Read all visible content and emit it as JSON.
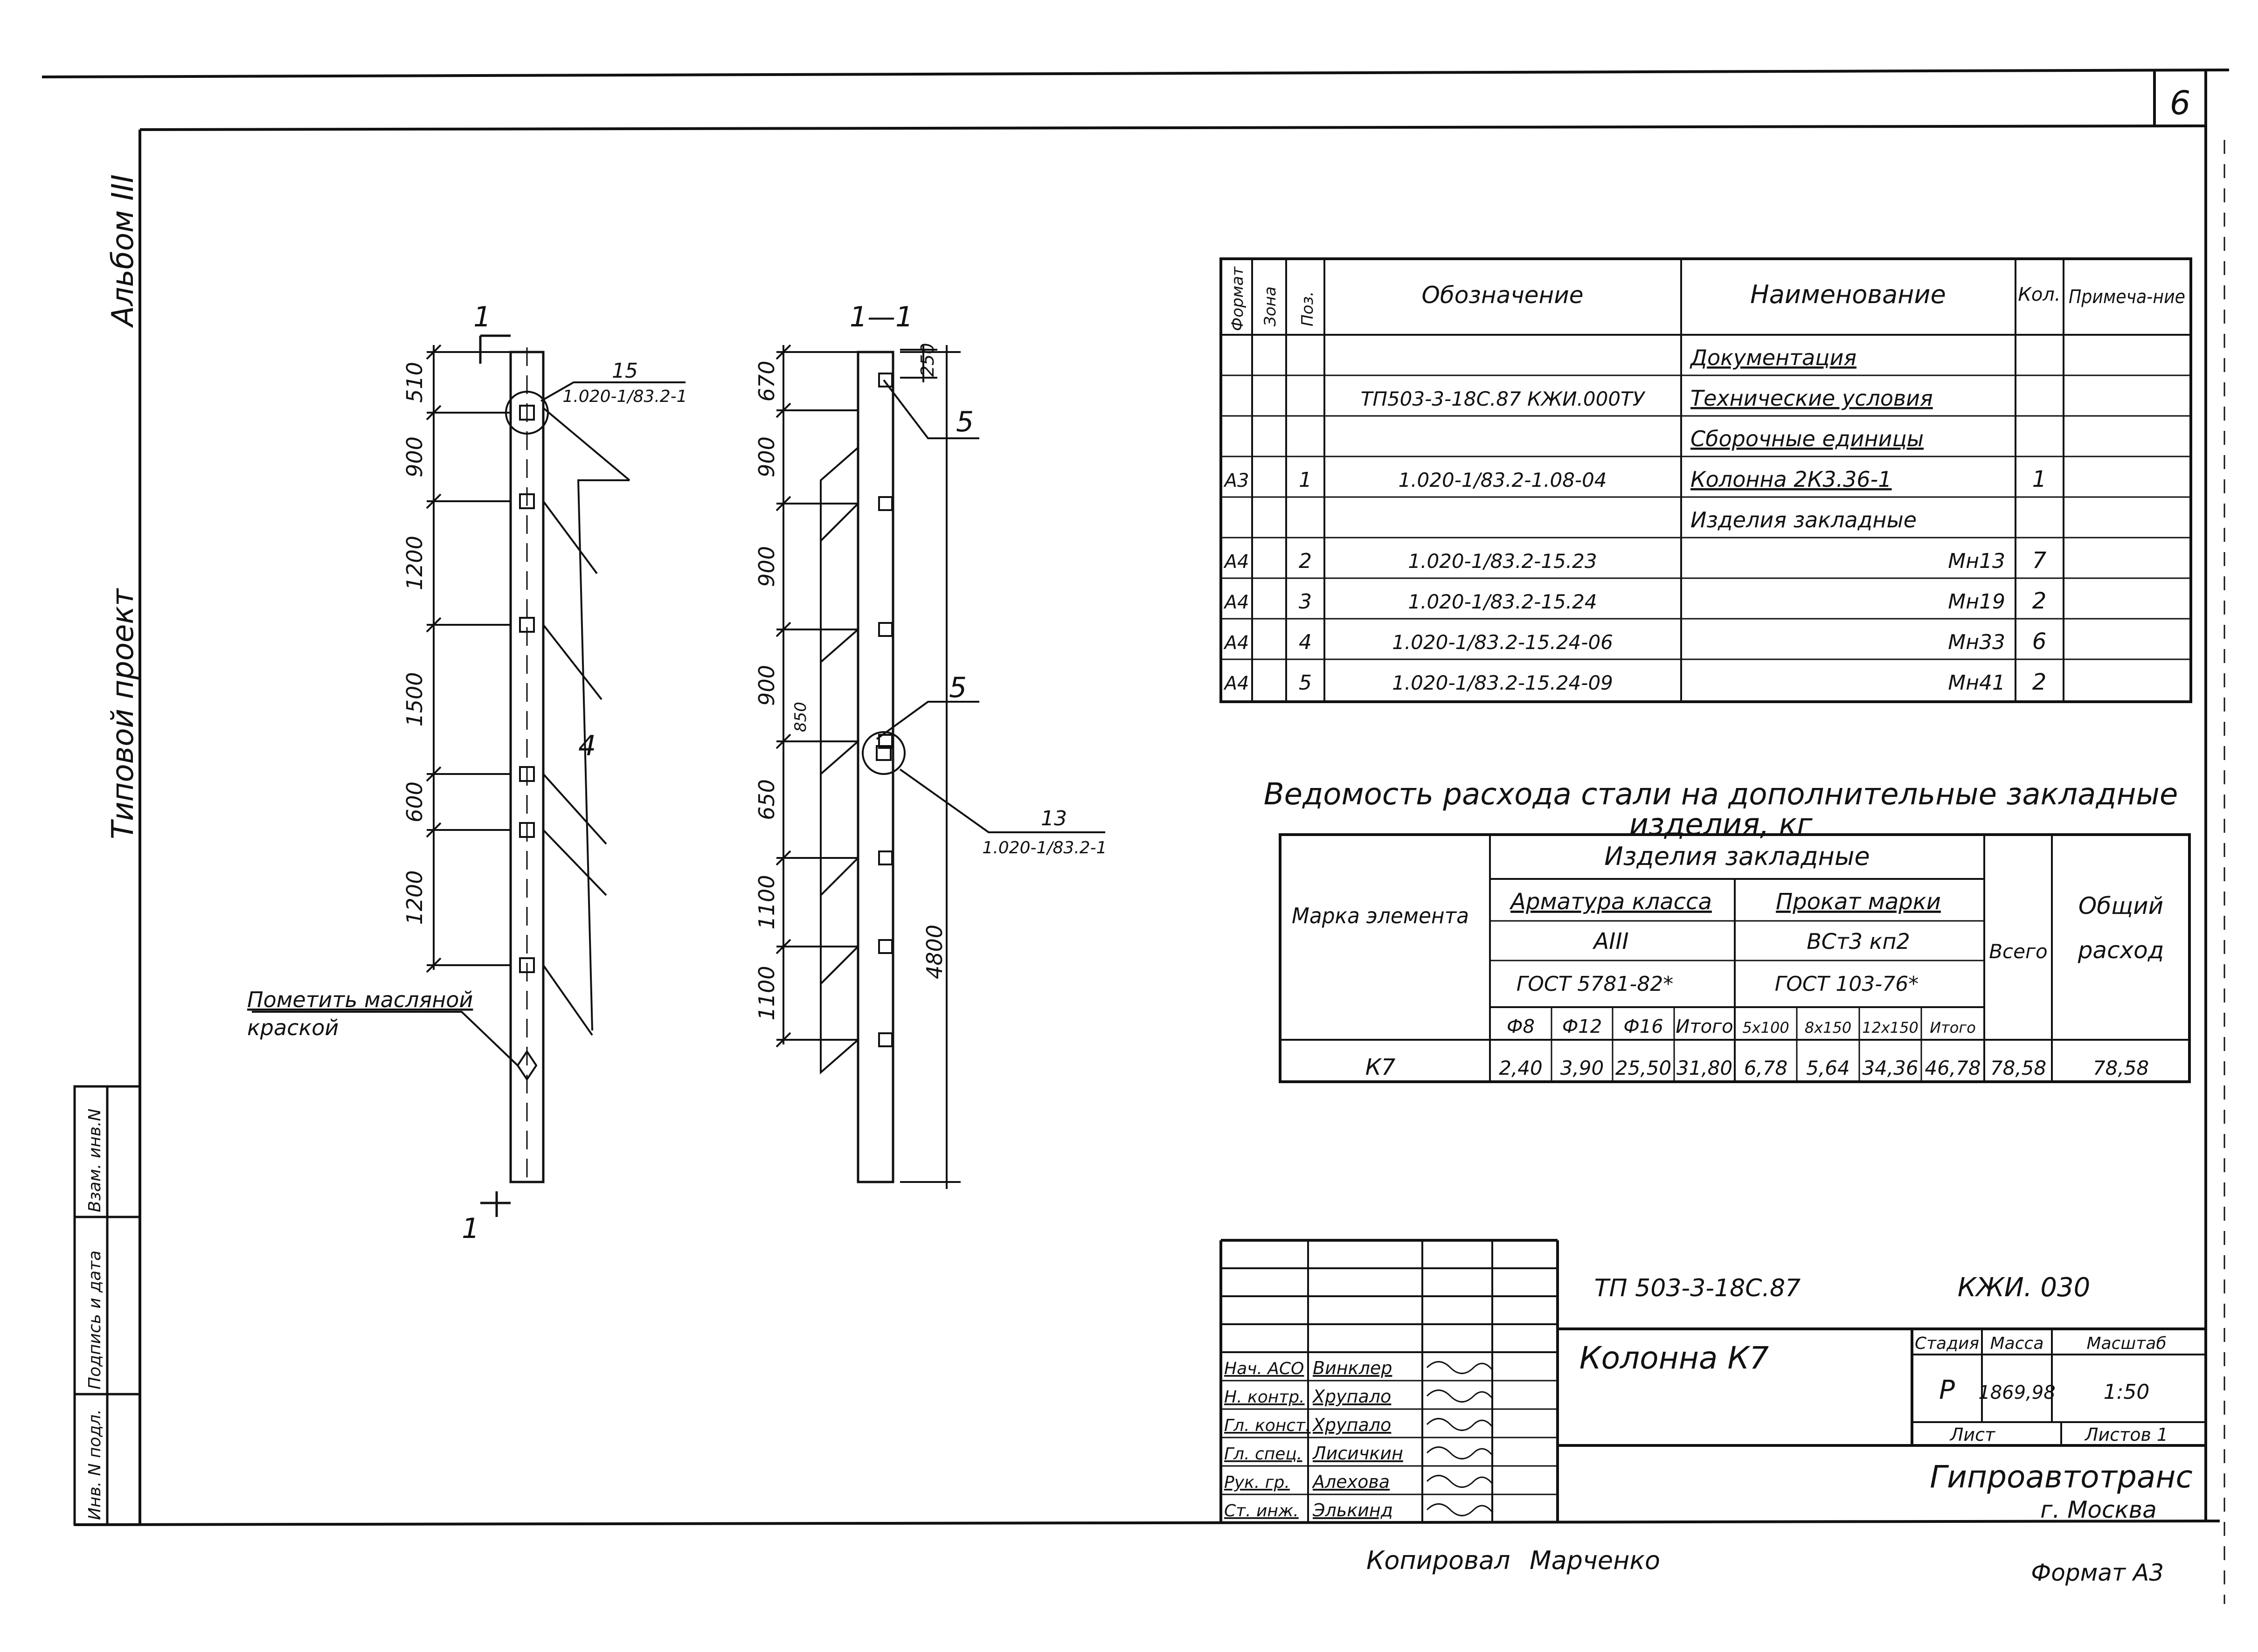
{
  "sheet_number": "6",
  "album_label": "Альбом III",
  "project_type_label": "Типовой проект",
  "side_stamp": [
    "Инв. N подл.",
    "Подпись и дата",
    "Взам. инв.N"
  ],
  "drawing": {
    "front_cut_mark": "1",
    "front_dims": [
      "510",
      "900",
      "1200",
      "1500",
      "600",
      "1200"
    ],
    "front_callout_top": "15",
    "front_callout_bottom": "1.020-1/83.2-1",
    "front_pos_label": "4",
    "front_note_line1": "Пометить масляной",
    "front_note_line2": "краской",
    "section_title": "1—1",
    "section_dims": [
      "670",
      "900",
      "900",
      "900",
      "650",
      "1100",
      "1100"
    ],
    "section_top_dim": "250",
    "section_small_dim": "850",
    "section_total": "4800",
    "section_pos_top": "5",
    "section_pos_mid": "5",
    "section_callout_top": "13",
    "section_callout_bottom": "1.020-1/83.2-1"
  },
  "spec_table": {
    "headers": [
      "Формат",
      "Зона",
      "Поз.",
      "Обозначение",
      "Наименование",
      "Кол.",
      "Примеча-ние"
    ],
    "rows": [
      {
        "format": "",
        "zone": "",
        "pos": "",
        "designation": "",
        "name": "Документация",
        "qty": "",
        "note": "",
        "underline": true
      },
      {
        "format": "",
        "zone": "",
        "pos": "",
        "designation": "ТП503-3-18С.87 КЖИ.000ТУ",
        "name": "Технические условия",
        "qty": "",
        "note": "",
        "underline": true
      },
      {
        "format": "",
        "zone": "",
        "pos": "",
        "designation": "",
        "name": "Сборочные единицы",
        "qty": "",
        "note": "",
        "underline": true
      },
      {
        "format": "А3",
        "zone": "",
        "pos": "1",
        "designation": "1.020-1/83.2-1.08-04",
        "name": "Колонна 2К3.36-1",
        "qty": "1",
        "note": "",
        "underline": true
      },
      {
        "format": "",
        "zone": "",
        "pos": "",
        "designation": "",
        "name": "Изделия закладные",
        "qty": "",
        "note": ""
      },
      {
        "format": "А4",
        "zone": "",
        "pos": "2",
        "designation": "1.020-1/83.2-15.23",
        "name": "Мн13",
        "qty": "7",
        "note": ""
      },
      {
        "format": "А4",
        "zone": "",
        "pos": "3",
        "designation": "1.020-1/83.2-15.24",
        "name": "Мн19",
        "qty": "2",
        "note": ""
      },
      {
        "format": "А4",
        "zone": "",
        "pos": "4",
        "designation": "1.020-1/83.2-15.24-06",
        "name": "Мн33",
        "qty": "6",
        "note": ""
      },
      {
        "format": "А4",
        "zone": "",
        "pos": "5",
        "designation": "1.020-1/83.2-15.24-09",
        "name": "Мн41",
        "qty": "2",
        "note": ""
      }
    ]
  },
  "steel_table": {
    "title_line1": "Ведомость расхода стали на дополнительные закладные",
    "title_line2": "изделия, кг",
    "col_mark": "Марка элемента",
    "col_group": "Изделия закладные",
    "col_armature": "Арматура класса",
    "col_armature_class": "АIII",
    "col_armature_gost": "ГОСТ 5781-82*",
    "col_rolled": "Прокат марки",
    "col_rolled_grade": "ВСт3 кп2",
    "col_rolled_gost": "ГОСТ 103-76*",
    "col_total": "Всего",
    "col_overall": "Общий расход",
    "sub_headers": [
      "Ф8",
      "Ф12",
      "Ф16",
      "Итого",
      "5х100",
      "8х150",
      "12х150",
      "Итого"
    ],
    "row": {
      "mark": "К7",
      "values": [
        "2,40",
        "3,90",
        "25,50",
        "31,80",
        "6,78",
        "5,64",
        "34,36",
        "46,78"
      ],
      "total": "78,58",
      "overall": "78,58"
    }
  },
  "title_block": {
    "doc_code": "ТП 503-3-18С.87",
    "section_code": "КЖИ. 030",
    "element_name": "Колонна К7",
    "stage_label": "Стадия",
    "mass_label": "Масса",
    "scale_label": "Масштаб",
    "stage": "Р",
    "mass": "1869,98",
    "scale": "1:50",
    "sheet_label": "Лист",
    "sheets_label": "Листов 1",
    "organization": "Гипроавтотранс",
    "city": "г. Москва",
    "staff": [
      {
        "role": "Нач. АСО",
        "name": "Винклер"
      },
      {
        "role": "Н. контр.",
        "name": "Хрупало"
      },
      {
        "role": "Гл. конст.",
        "name": "Хрупало"
      },
      {
        "role": "Гл. спец.",
        "name": "Лисичкин"
      },
      {
        "role": "Рук. гр.",
        "name": "Алехова"
      },
      {
        "role": "Ст. инж.",
        "name": "Элькинд"
      }
    ]
  },
  "footer_copied": "Копировал",
  "footer_copier": "Марченко",
  "footer_format": "Формат А3"
}
